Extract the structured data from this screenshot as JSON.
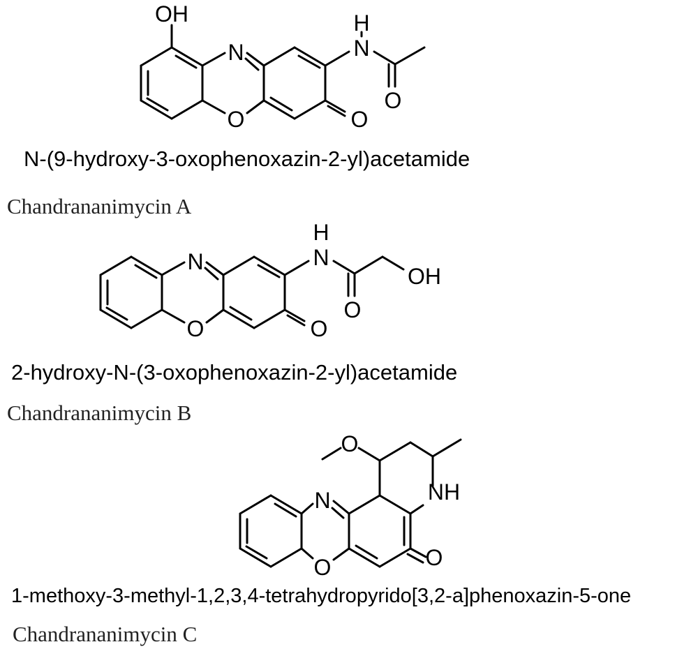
{
  "compounds": [
    {
      "iupac_name": "N-(9-hydroxy-3-oxophenoxazin-2-yl)acetamide",
      "common_name": "Chandrananimycin A",
      "atom_labels": {
        "hydroxyl": "OH",
        "ring_n": "N",
        "ring_o": "O",
        "amide_h": "H",
        "amide_n": "N",
        "amide_o": "O",
        "ketone_o": "O"
      }
    },
    {
      "iupac_name": "2-hydroxy-N-(3-oxophenoxazin-2-yl)acetamide",
      "common_name": "Chandrananimycin B",
      "atom_labels": {
        "ring_n": "N",
        "ring_o": "O",
        "amide_h": "H",
        "amide_n": "N",
        "amide_o": "O",
        "ketone_o": "O",
        "hydroxyl": "OH"
      }
    },
    {
      "iupac_name": "1-methoxy-3-methyl-1,2,3,4-tetrahydropyrido[3,2-a]phenoxazin-5-one",
      "common_name": "Chandrananimycin C",
      "atom_labels": {
        "methoxy_o": "O",
        "ring_n": "N",
        "ring_o": "O",
        "amine": "NH",
        "ketone_o": "O"
      }
    }
  ]
}
